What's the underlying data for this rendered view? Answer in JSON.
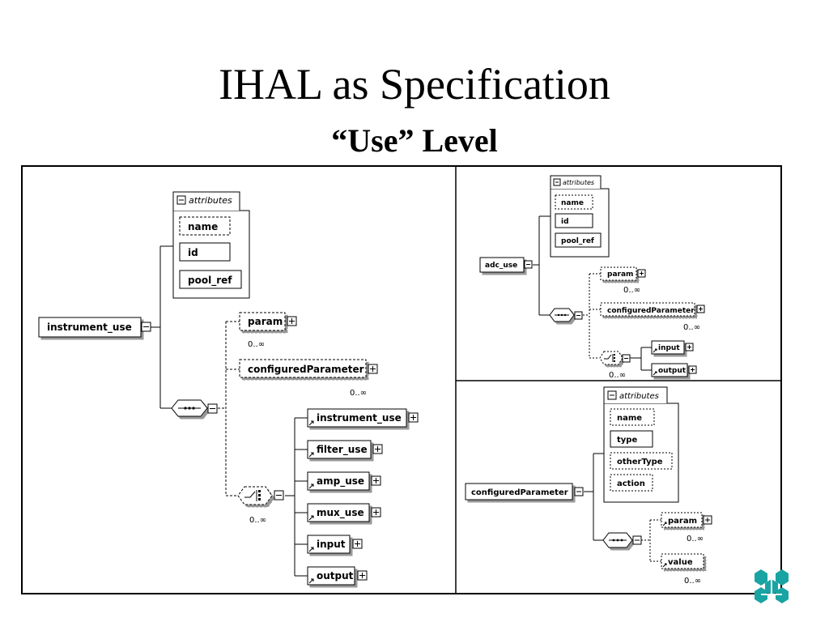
{
  "slide": {
    "title": "IHAL as Specification",
    "subtitle": "“Use” Level"
  },
  "panels": {
    "instrument_use": {
      "root": "instrument_use",
      "attributes_label": "attributes",
      "attributes": [
        "name",
        "id",
        "pool_ref"
      ],
      "param": "param",
      "param_occ": "0..∞",
      "configured": "configuredParameter",
      "configured_occ": "0..∞",
      "choice_occ": "0..∞",
      "children": [
        "instrument_use",
        "filter_use",
        "amp_use",
        "mux_use",
        "input",
        "output"
      ]
    },
    "adc_use": {
      "root": "adc_use",
      "attributes_label": "attributes",
      "attributes": [
        "name",
        "id",
        "pool_ref"
      ],
      "param": "param",
      "param_occ": "0..∞",
      "configured": "configuredParameter",
      "configured_occ": "0..∞",
      "choice_occ": "0..∞",
      "children": [
        "input",
        "output"
      ]
    },
    "configuredParameter": {
      "root": "configuredParameter",
      "attributes_label": "attributes",
      "attributes": [
        "name",
        "type",
        "otherType",
        "action"
      ],
      "param": "param",
      "param_occ": "0..∞",
      "value": "value",
      "value_occ": "0..∞"
    }
  },
  "icons": [
    "expand-plus-icon",
    "collapse-minus-icon",
    "sequence-compositor-icon",
    "choice-compositor-icon",
    "element-reference-arrow-icon",
    "company-logo-icon"
  ],
  "colors": {
    "logo": "#1aa3a3",
    "line": "#000000",
    "background": "#ffffff"
  }
}
